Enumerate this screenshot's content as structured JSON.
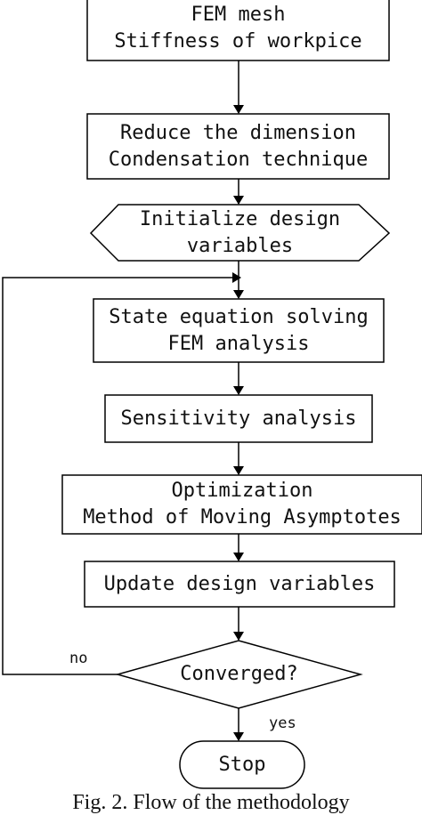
{
  "nodes": [
    {
      "id": "fem-mesh",
      "shape": "rect",
      "lines": [
        "FEM mesh",
        "Stiffness of workpice"
      ]
    },
    {
      "id": "reduce",
      "shape": "rect",
      "lines": [
        "Reduce the dimension",
        "Condensation technique"
      ]
    },
    {
      "id": "init",
      "shape": "hexagon",
      "lines": [
        "Initialize design",
        "variables"
      ]
    },
    {
      "id": "state",
      "shape": "rect",
      "lines": [
        "State equation solving",
        "FEM analysis"
      ]
    },
    {
      "id": "sensitivity",
      "shape": "rect",
      "lines": [
        "Sensitivity analysis"
      ]
    },
    {
      "id": "optimization",
      "shape": "rect",
      "lines": [
        "Optimization",
        "Method of Moving Asymptotes"
      ]
    },
    {
      "id": "update",
      "shape": "rect",
      "lines": [
        "Update design variables"
      ]
    },
    {
      "id": "converged",
      "shape": "diamond",
      "lines": [
        "Converged?"
      ]
    },
    {
      "id": "stop",
      "shape": "terminal",
      "lines": [
        "Stop"
      ]
    }
  ],
  "edges": [
    {
      "from": "fem-mesh",
      "to": "reduce"
    },
    {
      "from": "reduce",
      "to": "init"
    },
    {
      "from": "init",
      "to": "state"
    },
    {
      "from": "state",
      "to": "sensitivity"
    },
    {
      "from": "sensitivity",
      "to": "optimization"
    },
    {
      "from": "optimization",
      "to": "update"
    },
    {
      "from": "update",
      "to": "converged"
    },
    {
      "from": "converged",
      "to": "stop",
      "label": "yes"
    },
    {
      "from": "converged",
      "to": "state",
      "label": "no"
    }
  ],
  "labels": {
    "yes": "yes",
    "no": "no"
  },
  "caption": "Fig. 2. Flow of the methodology"
}
